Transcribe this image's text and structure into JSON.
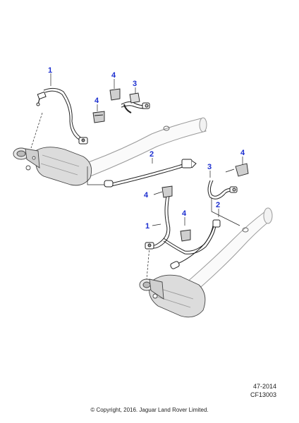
{
  "callouts": {
    "c1_top": "1",
    "c4_top_a": "4",
    "c3_top": "3",
    "c4_top_b": "4",
    "c2_mid": "2",
    "c4_right": "4",
    "c3_right": "3",
    "c4_lower": "4",
    "c1_lower": "1",
    "c4_lower_b": "4",
    "c2_lower": "2"
  },
  "reference": {
    "page": "47-2014",
    "code": "CF13003"
  },
  "copyright": "© Copyright, 2016. Jaguar Land Rover Limited.",
  "colors": {
    "callout": "#1c2fd0",
    "line_art": "#222222",
    "pipe_outline": "#9a9a9a"
  }
}
